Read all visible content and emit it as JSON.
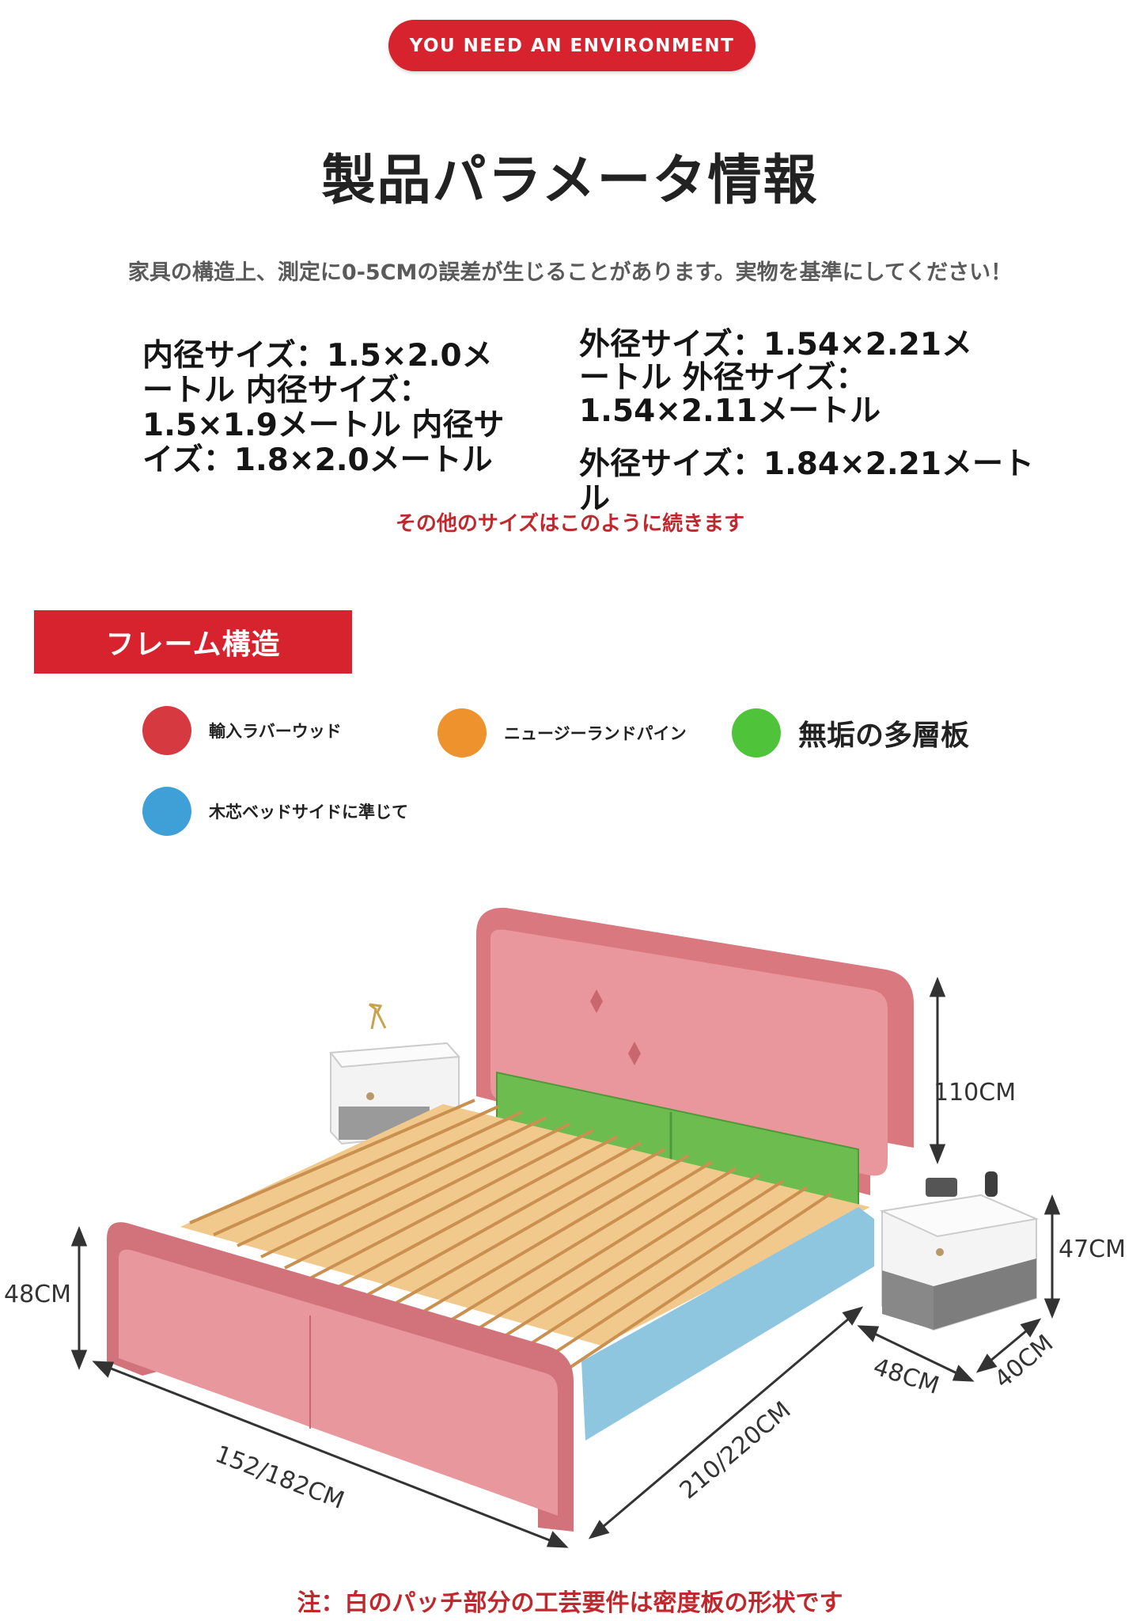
{
  "banner": {
    "label": "YOU NEED AN ENVIRONMENT"
  },
  "heading": {
    "title": "製品パラメータ情報"
  },
  "disclaimer": "家具の構造上、測定に0-5CMの誤差が生じることがあります。実物を基準にしてください！",
  "sizes": {
    "inner": "内径サイズ：1.5×2.0メートル 内径サイズ：1.5×1.9メートル 内径サイズ：1.8×2.0メートル",
    "outer_1": "外径サイズ：1.54×2.21メートル 外径サイズ：1.54×2.11メートル",
    "outer_2": "外径サイズ：1.84×2.21メートル",
    "more_note": "その他のサイズはこのように続きます"
  },
  "frame_section": {
    "title": "フレーム構造",
    "legend": [
      {
        "label": "輸入ラバーウッド",
        "color": "#d6393f"
      },
      {
        "label": "ニュージーランドパイン",
        "color": "#ee922e"
      },
      {
        "label": "無垢の多層板",
        "color": "#4fc43a"
      },
      {
        "label": "木芯ベッドサイドに準じて",
        "color": "#3fa0d8"
      }
    ]
  },
  "dimensions": {
    "headboard_height": "110CM",
    "footboard_height": "48CM",
    "nightstand_height": "47CM",
    "nightstand_width": "48CM",
    "nightstand_depth": "40CM",
    "bed_width": "152/182CM",
    "bed_length": "210/220CM"
  },
  "colors": {
    "accent_red": "#d7232e",
    "bed_pink": "#e1878e",
    "slat_wood": "#e9b46e",
    "side_rail_blue": "#8fc6df",
    "support_green": "#6cbc4f"
  },
  "footer_note": "注：白のパッチ部分の工芸要件は密度板の形状です"
}
